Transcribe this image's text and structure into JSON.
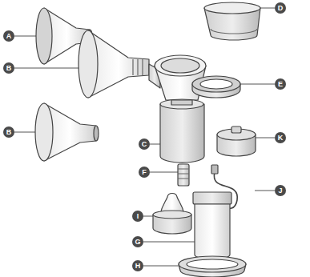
{
  "diagram": {
    "labels": [
      "D",
      "A",
      "B",
      "E",
      "B",
      "C",
      "F",
      "K",
      "J",
      "I",
      "G",
      "H"
    ]
  }
}
